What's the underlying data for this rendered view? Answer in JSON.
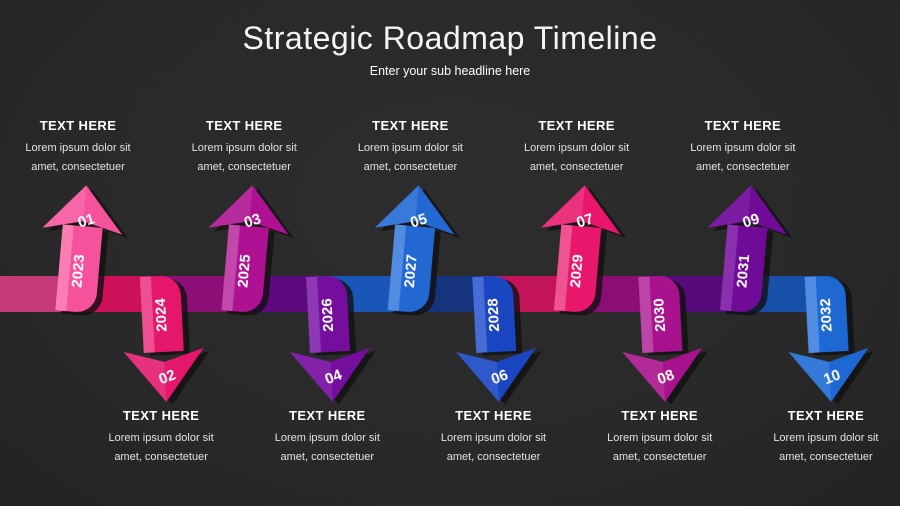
{
  "title": "Strategic Roadmap Timeline",
  "subtitle": "Enter your sub headline here",
  "theme": {
    "background": "#2a2a2b",
    "title_color": "#f4f4f4",
    "subtitle_color": "#ffffff",
    "heading_color": "#ffffff",
    "body_color": "#e3e3e3",
    "number_text_color": "#ffffff",
    "shadow_color": "rgba(16,16,16,0.8)"
  },
  "items": [
    {
      "id": "01",
      "year": "2023",
      "direction": "up",
      "heading": "TEXT HERE",
      "body": [
        "Lorem ipsum dolor sit",
        "amet, consectetuer"
      ],
      "arrow_color": "#f6529b",
      "arrow_highlight": "#fa86b9",
      "ribbon_color": "#c43a77"
    },
    {
      "id": "02",
      "year": "2024",
      "direction": "down",
      "heading": "TEXT HERE",
      "body": [
        "Lorem ipsum dolor sit",
        "amet, consectetuer"
      ],
      "arrow_color": "#e4176b",
      "arrow_highlight": "#ee5a97",
      "ribbon_color": "#cc1159"
    },
    {
      "id": "03",
      "year": "2025",
      "direction": "up",
      "heading": "TEXT HERE",
      "body": [
        "Lorem ipsum dolor sit",
        "amet, consectetuer"
      ],
      "arrow_color": "#ae1192",
      "arrow_highlight": "#c552b0",
      "ribbon_color": "#8e0e78"
    },
    {
      "id": "04",
      "year": "2026",
      "direction": "down",
      "heading": "TEXT HERE",
      "body": [
        "Lorem ipsum dolor sit",
        "amet, consectetuer"
      ],
      "arrow_color": "#750e9c",
      "arrow_highlight": "#9340bb",
      "ribbon_color": "#5c0a7d"
    },
    {
      "id": "05",
      "year": "2027",
      "direction": "up",
      "heading": "TEXT HERE",
      "body": [
        "Lorem ipsum dolor sit",
        "amet, consectetuer"
      ],
      "arrow_color": "#2368d2",
      "arrow_highlight": "#5b93e3",
      "ribbon_color": "#1a55b8"
    },
    {
      "id": "06",
      "year": "2028",
      "direction": "down",
      "heading": "TEXT HERE",
      "body": [
        "Lorem ipsum dolor sit",
        "amet, consectetuer"
      ],
      "arrow_color": "#1a46c1",
      "arrow_highlight": "#4f73d8",
      "ribbon_color": "#16337d"
    },
    {
      "id": "07",
      "year": "2029",
      "direction": "up",
      "heading": "TEXT HERE",
      "body": [
        "Lorem ipsum dolor sit",
        "amet, consectetuer"
      ],
      "arrow_color": "#e8176b",
      "arrow_highlight": "#f05e98",
      "ribbon_color": "#c31459"
    },
    {
      "id": "08",
      "year": "2030",
      "direction": "down",
      "heading": "TEXT HERE",
      "body": [
        "Lorem ipsum dolor sit",
        "amet, consectetuer"
      ],
      "arrow_color": "#a9128d",
      "arrow_highlight": "#c050ab",
      "ribbon_color": "#8c0e75"
    },
    {
      "id": "09",
      "year": "2031",
      "direction": "up",
      "heading": "TEXT HERE",
      "body": [
        "Lorem ipsum dolor sit",
        "amet, consectetuer"
      ],
      "arrow_color": "#6f0b97",
      "arrow_highlight": "#8f37b3",
      "ribbon_color": "#570a79"
    },
    {
      "id": "10",
      "year": "2032",
      "direction": "down",
      "heading": "TEXT HERE",
      "body": [
        "Lorem ipsum dolor sit",
        "amet, consectetuer"
      ],
      "arrow_color": "#1d68d3",
      "arrow_highlight": "#5a94e4",
      "ribbon_color": "#174fa9"
    }
  ]
}
